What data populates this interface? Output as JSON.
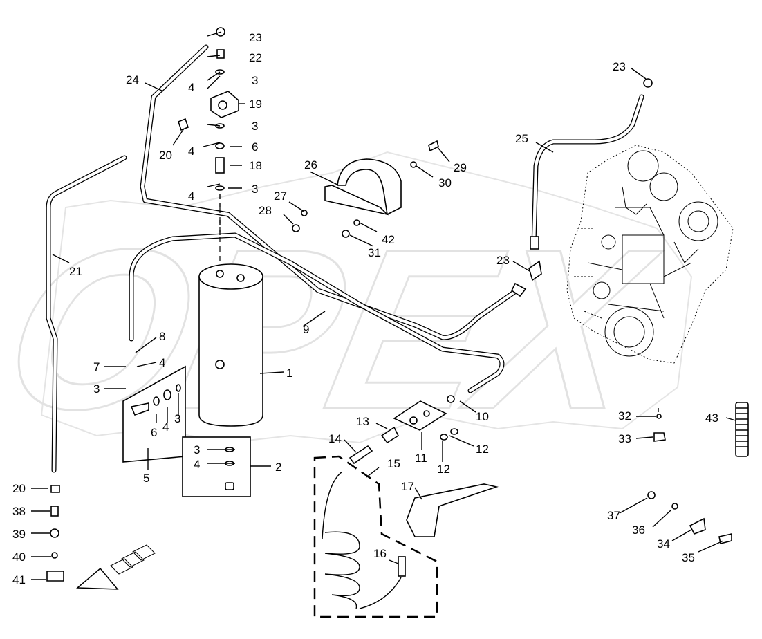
{
  "watermark": "OPEX",
  "callouts": [
    "1",
    "2",
    "3",
    "4",
    "5",
    "6",
    "7",
    "8",
    "9",
    "10",
    "11",
    "12",
    "13",
    "14",
    "15",
    "16",
    "17",
    "18",
    "19",
    "20",
    "21",
    "22",
    "23",
    "24",
    "25",
    "26",
    "27",
    "28",
    "29",
    "30",
    "31",
    "32",
    "33",
    "34",
    "35",
    "36",
    "37",
    "38",
    "39",
    "40",
    "41",
    "42",
    "43"
  ],
  "colors": {
    "line": "#000000",
    "background": "#ffffff",
    "watermark": "#d9d9d9"
  },
  "icons": [
    "arrow-icon"
  ]
}
